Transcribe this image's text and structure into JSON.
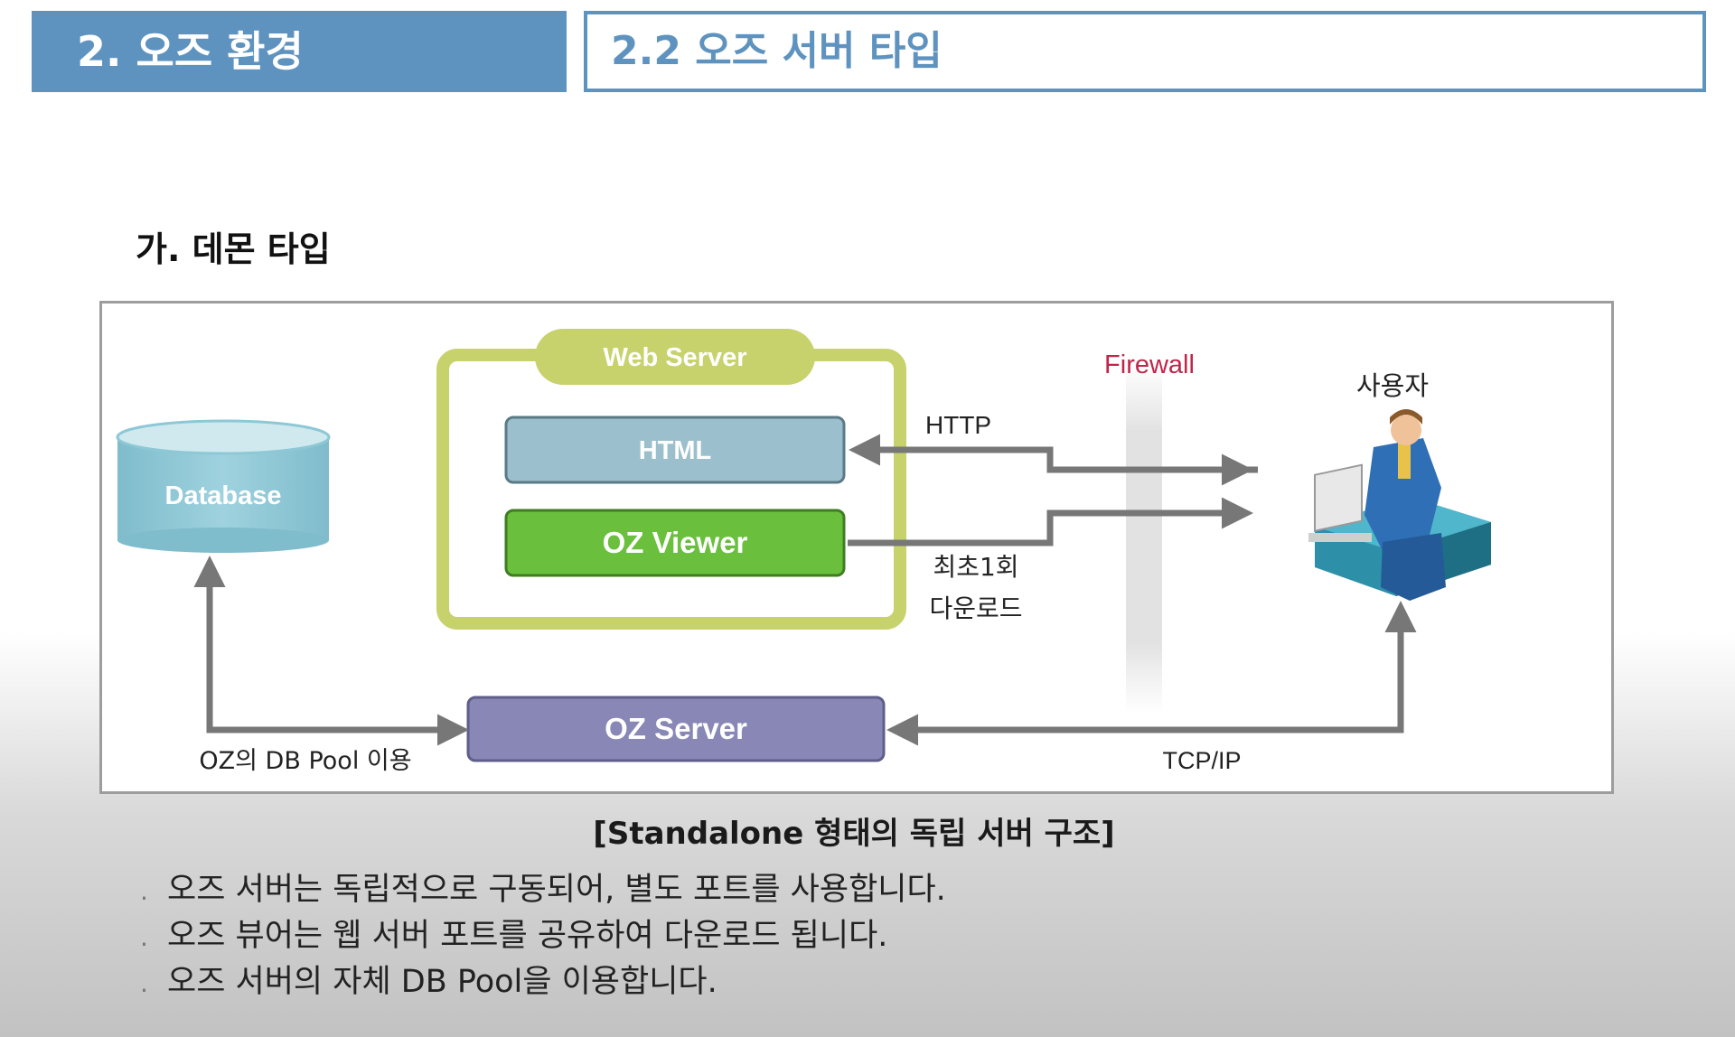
{
  "header": {
    "section_title": "2. 오즈 환경",
    "subsection_title": "2.2 오즈 서버 타입"
  },
  "heading": "가. 데몬 타입",
  "diagram": {
    "web_server": "Web Server",
    "html": "HTML",
    "oz_viewer": "OZ Viewer",
    "database": "Database",
    "oz_server": "OZ Server",
    "firewall": "Firewall",
    "user": "사용자",
    "http": "HTTP",
    "first_download_line1": "최초1회",
    "first_download_line2": "다운로드",
    "db_pool": "OZ의 DB Pool 이용",
    "tcp_ip": "TCP/IP",
    "user_icon": "user-at-computer-icon"
  },
  "caption": "[Standalone 형태의 독립 서버 구조]",
  "bullets": [
    "오즈 서버는 독립적으로 구동되어, 별도 포트를 사용합니다.",
    "오즈 뷰어는 웹 서버 포트를 공유하여 다운로드 됩니다.",
    "오즈 서버의 자체 DB Pool을 이용합니다."
  ],
  "colors": {
    "header_blue": "#5f93bf",
    "web_server_green": "#c8d26c",
    "html_box": "#9bbfcc",
    "oz_viewer_green": "#6abf3d",
    "oz_server_purple": "#8887b5",
    "database": "#8ec8d6",
    "firewall_red": "#c0254a",
    "arrow_gray": "#777777"
  }
}
